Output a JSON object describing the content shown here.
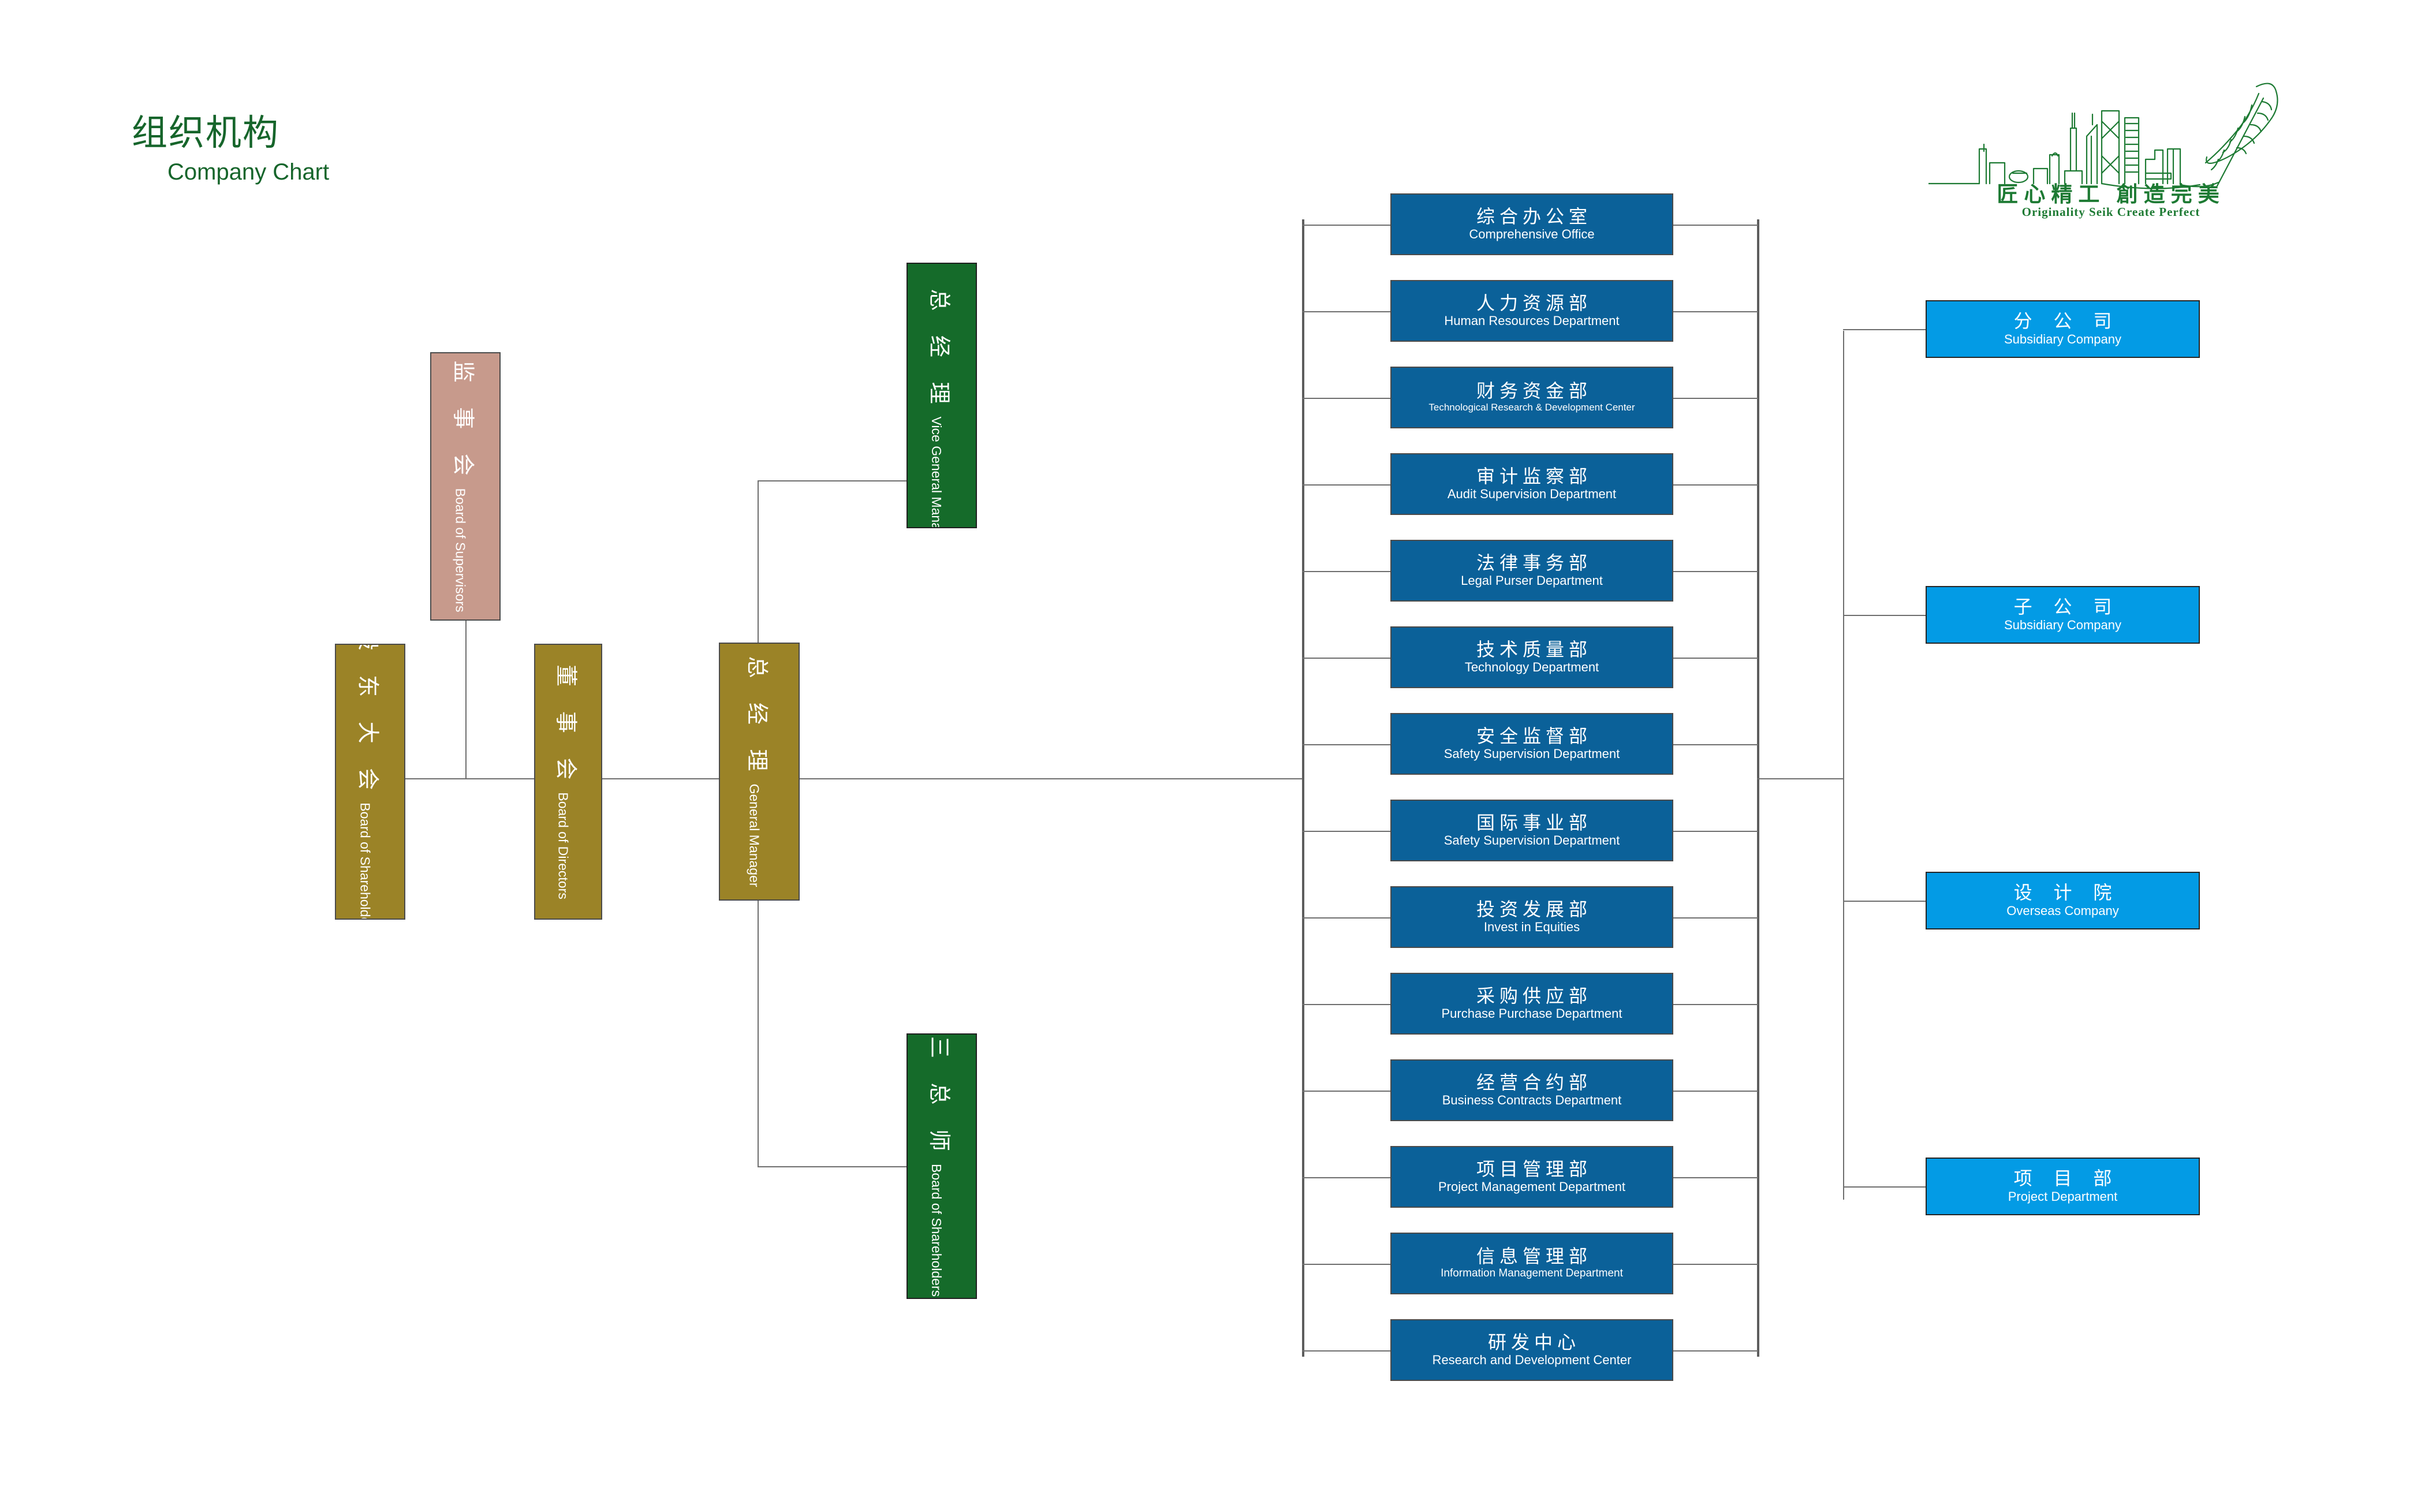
{
  "page": {
    "title_cn": "组织机构",
    "title_en": "Company Chart",
    "accent_green": "#16652b",
    "accent_blue": "#0b6199",
    "accent_cyan": "#039be5",
    "accent_olive": "#9b8327",
    "accent_rose": "#c79a8c",
    "accent_darkgreen": "#156b2a"
  },
  "logo": {
    "slogan_cn": "匠心精工 創造完美",
    "slogan_en": "Originality Seik   Create Perfect",
    "icon": "city-skyline-feather-logo"
  },
  "governance": [
    {
      "id": "shareholders",
      "cn": "股 东 大 会",
      "en": "Board of Shareholders",
      "color": "olive"
    },
    {
      "id": "supervisors",
      "cn": "监 事 会",
      "en": "Board of Supervisors",
      "color": "rose"
    },
    {
      "id": "directors",
      "cn": "董 事 会",
      "en": "Board of Directors",
      "color": "olive"
    },
    {
      "id": "general-manager",
      "cn": "总 经 理",
      "en": "General Manager",
      "color": "olive"
    }
  ],
  "executives": [
    {
      "id": "vice-general-manager",
      "cn": "副 总 经 理",
      "en": "Vice General Manager",
      "color": "green"
    },
    {
      "id": "three-chiefs",
      "cn": "三 总 师",
      "en": "Board of Shareholders",
      "color": "green"
    }
  ],
  "departments": [
    {
      "cn": "综合办公室",
      "en": "Comprehensive Office"
    },
    {
      "cn": "人力资源部",
      "en": "Human Resources Department"
    },
    {
      "cn": "财务资金部",
      "en": "Technological Research & Development Center"
    },
    {
      "cn": "审计监察部",
      "en": "Audit Supervision Department"
    },
    {
      "cn": "法律事务部",
      "en": "Legal Purser Department"
    },
    {
      "cn": "技术质量部",
      "en": "Technology Department"
    },
    {
      "cn": "安全监督部",
      "en": "Safety Supervision Department"
    },
    {
      "cn": "国际事业部",
      "en": "Safety Supervision Department"
    },
    {
      "cn": "投资发展部",
      "en": "Invest in Equities"
    },
    {
      "cn": "采购供应部",
      "en": "Purchase Purchase Department"
    },
    {
      "cn": "经营合约部",
      "en": "Business Contracts Department"
    },
    {
      "cn": "项目管理部",
      "en": "Project Management Department"
    },
    {
      "cn": "信息管理部",
      "en": "Information Management Department"
    },
    {
      "cn": "研发中心",
      "en": "Research and Development Center"
    }
  ],
  "subsidiaries": [
    {
      "cn": "分 公 司",
      "en": "Subsidiary Company"
    },
    {
      "cn": "子 公 司",
      "en": "Subsidiary Company"
    },
    {
      "cn": "设 计 院",
      "en": "Overseas Company"
    },
    {
      "cn": "项 目 部",
      "en": "Project Department"
    }
  ]
}
